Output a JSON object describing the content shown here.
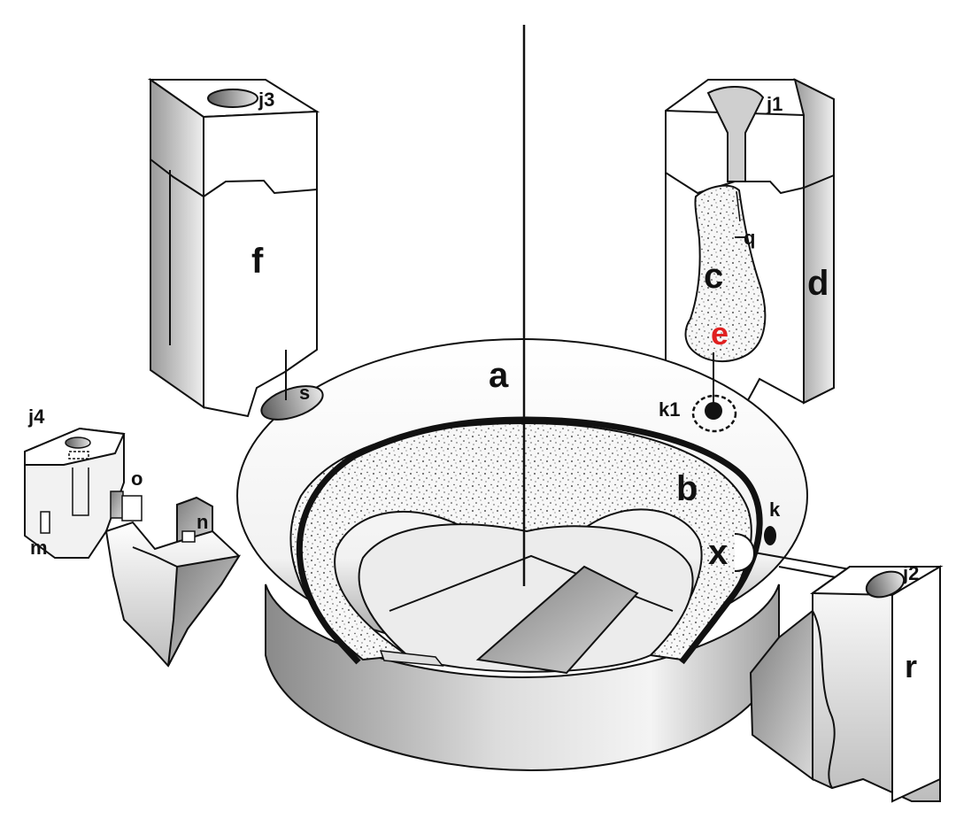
{
  "figure": {
    "labels": {
      "a": "a",
      "b": "b",
      "c": "c",
      "d": "d",
      "e": "e",
      "f": "f",
      "j1": "j1",
      "j2": "j2",
      "j3": "j3",
      "j4": "j4",
      "k": "k",
      "k1": "k1",
      "m": "m",
      "n": "n",
      "o": "o",
      "q": "q",
      "r": "r",
      "s": "s",
      "x": "x"
    },
    "colors": {
      "line": "#111111",
      "highlight_label": "#e02020",
      "background": "#ffffff"
    }
  }
}
